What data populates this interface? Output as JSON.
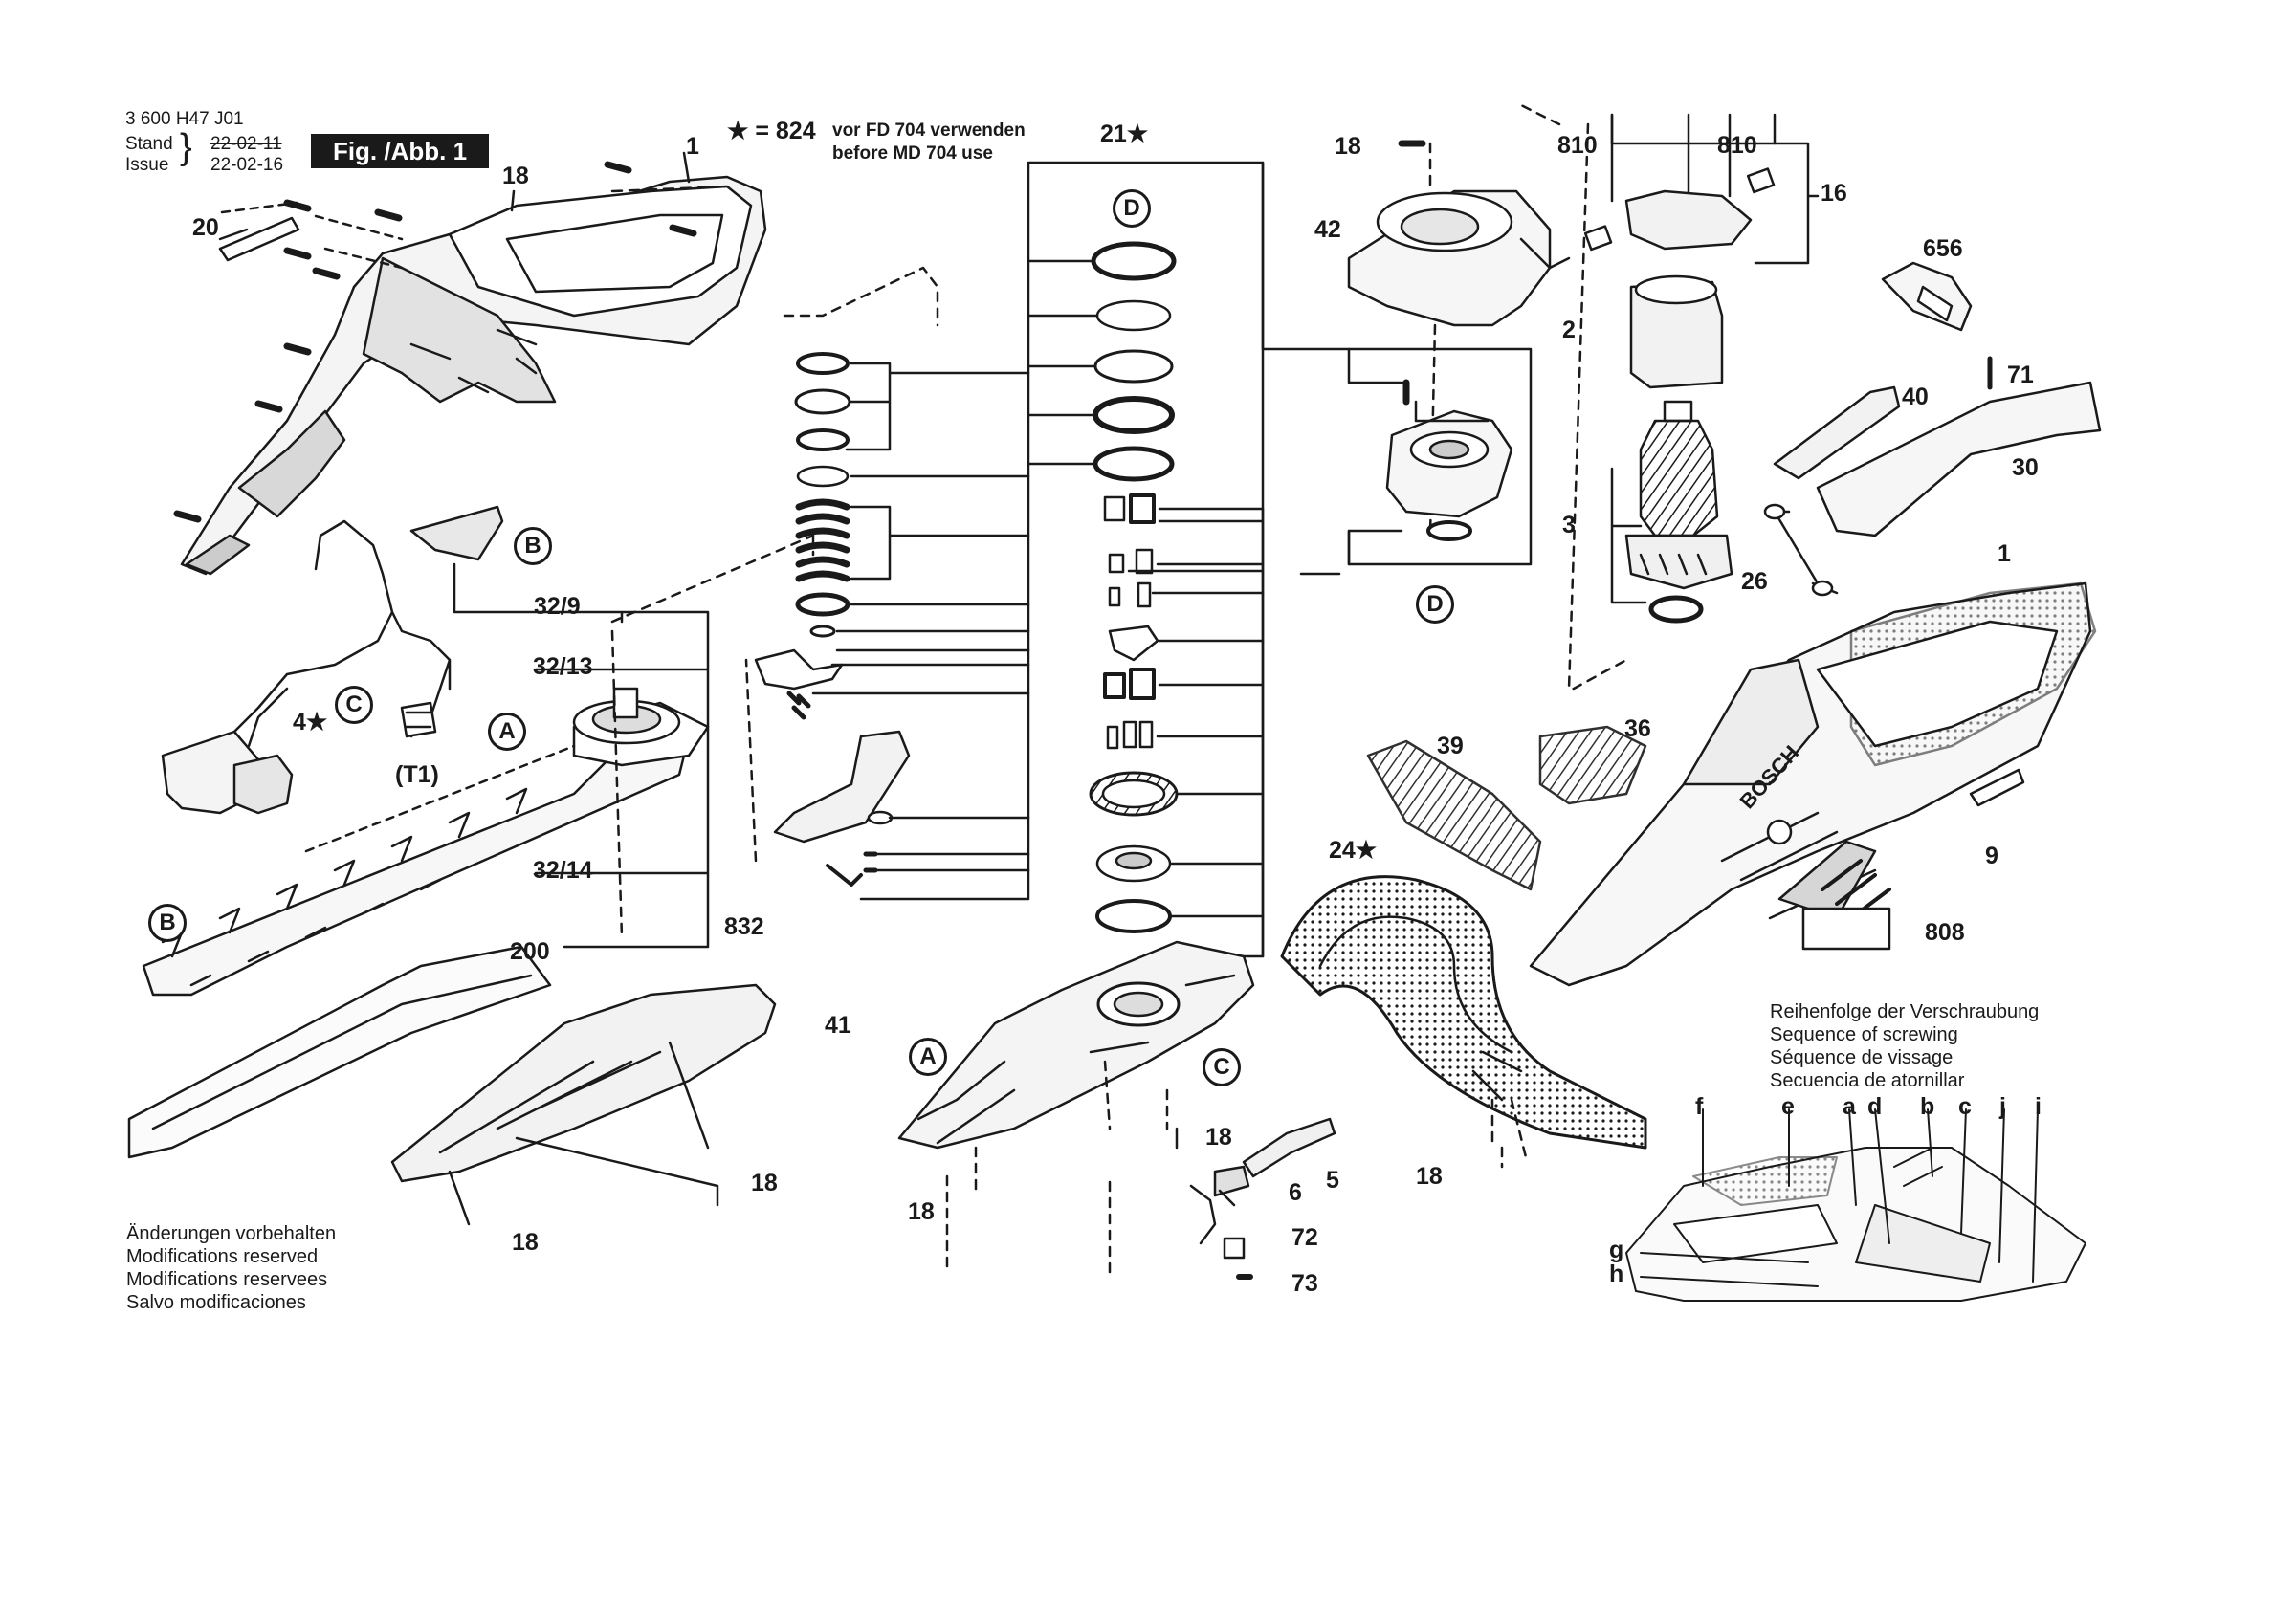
{
  "header": {
    "doc_number": "3 600 H47 J01",
    "stand_label": "Stand",
    "issue_label": "Issue",
    "stand_date": "22-02-11",
    "issue_date": "22-02-16",
    "fig_label": "Fig. /Abb. 1"
  },
  "star_note": {
    "symbol": "★ = 824",
    "line1": "vor FD 704 verwenden",
    "line2": "before MD 704 use"
  },
  "part_labels": {
    "p1_top": "1",
    "p18_a": "18",
    "p20": "20",
    "p21": "21★",
    "p18_b": "18",
    "p42": "42",
    "p810_a": "810",
    "p810_b": "810",
    "p16": "16",
    "p656": "656",
    "p2": "2",
    "p40": "40",
    "p71": "71",
    "p30": "30",
    "p3": "3",
    "p26": "26",
    "p1_right": "1",
    "p32_9": "32/9",
    "p32_13": "32/13",
    "p4": "4★",
    "p32_14": "32/14",
    "pT1": "(T1)",
    "p832": "832",
    "p200": "200",
    "p41": "41",
    "p18_c": "18",
    "p18_d": "18",
    "p18_e": "18",
    "p18_f": "18",
    "p6": "6",
    "p5": "5",
    "p72": "72",
    "p73": "73",
    "p39": "39",
    "p36": "36",
    "p24": "24★",
    "p9": "9",
    "p808": "808",
    "p18_g": "18"
  },
  "callouts": {
    "D_top": "D",
    "D_right": "D",
    "B_top": "B",
    "B_left": "B",
    "C_top": "C",
    "C_mid": "C",
    "A_top": "A",
    "A_mid": "A"
  },
  "screw_sequence": {
    "title_de": "Reihenfolge der Verschraubung",
    "title_en": "Sequence of screwing",
    "title_fr": "Séquence de vissage",
    "title_es": "Secuencia de atornillar",
    "letters": [
      "f",
      "e",
      "a",
      "d",
      "b",
      "c",
      "j",
      "i",
      "g",
      "h"
    ]
  },
  "footer": {
    "de": "Änderungen vorbehalten",
    "en": "Modifications reserved",
    "fr": "Modifications reservees",
    "es": "Salvo modificaciones"
  },
  "brand_text": "BOSCH",
  "colors": {
    "ink": "#1a1a1a",
    "paper": "#ffffff",
    "shade": "#cfcfcf"
  }
}
